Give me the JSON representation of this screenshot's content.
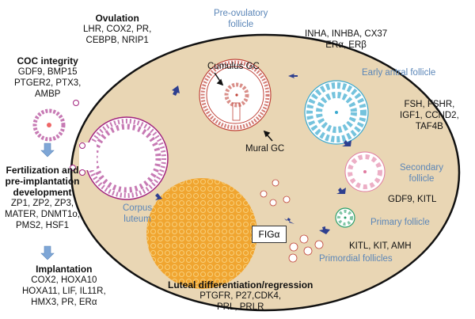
{
  "stages": {
    "pre_ovulatory": [
      "Pre-ovulatory",
      "follicle"
    ],
    "early_antral": "Early antral follicle",
    "secondary": [
      "Secondary",
      "follicle"
    ],
    "primary": "Primary follicle",
    "primordial": "Primordial follicles",
    "corpus_luteum": [
      "Corpus",
      "luteum"
    ]
  },
  "cell_labels": {
    "cumulus_gc": "Cumulus GC",
    "mural_gc": "Mural GC",
    "fig_alpha": "FIGα"
  },
  "gene_groups": {
    "ovulation": {
      "title": "Ovulation",
      "genes": [
        "LHR, COX2, PR,",
        "CEBPB, NRIP1"
      ]
    },
    "coc_integrity": {
      "title": "COC integrity",
      "genes": [
        "GDF9, BMP15",
        "PTGER2, PTX3,",
        "AMBP"
      ]
    },
    "fertilization": {
      "title": [
        "Fertilization and",
        "pre-implantation",
        "development"
      ],
      "genes": [
        "ZP1, ZP2, ZP3,",
        "MATER, DNMT1o,",
        "PMS2, HSF1"
      ]
    },
    "implantation": {
      "title": "Implantation",
      "genes": [
        "COX2, HOXA10",
        "HOXA11, LIF, IL11R,",
        "HMX3, PR, ERα"
      ]
    },
    "luteal": {
      "title": "Luteal differentiation/regression",
      "genes": [
        "PTGFR, P27,CDK4,",
        "PRL, PRLR"
      ]
    },
    "preovulatory_genes": {
      "genes": [
        "INHA, INHBA, CX37",
        "ERα, ERβ"
      ]
    },
    "early_antral_genes": {
      "genes": [
        "FSH, FSHR,",
        "IGF1, CCND2,",
        "TAF4B"
      ]
    },
    "secondary_genes": {
      "genes": [
        "GDF9, KITL"
      ]
    },
    "primordial_genes": {
      "genes": [
        "KITL, KIT, AMH"
      ]
    }
  },
  "colors": {
    "ovary_fill": "#e9d6b4",
    "ovary_stroke": "#111111",
    "arrow_blue": "#2e3f8f",
    "arrow_light": "#7ea6d6",
    "cumulus_red": "#c0443a",
    "coc_magenta": "#a2237e",
    "antral_cyan": "#3aa9cf",
    "secondary_pink": "#e07aa0",
    "primary_green": "#2aa06a",
    "corpus_orange": "#f0a530",
    "stage_blue": "#5b86b8"
  }
}
